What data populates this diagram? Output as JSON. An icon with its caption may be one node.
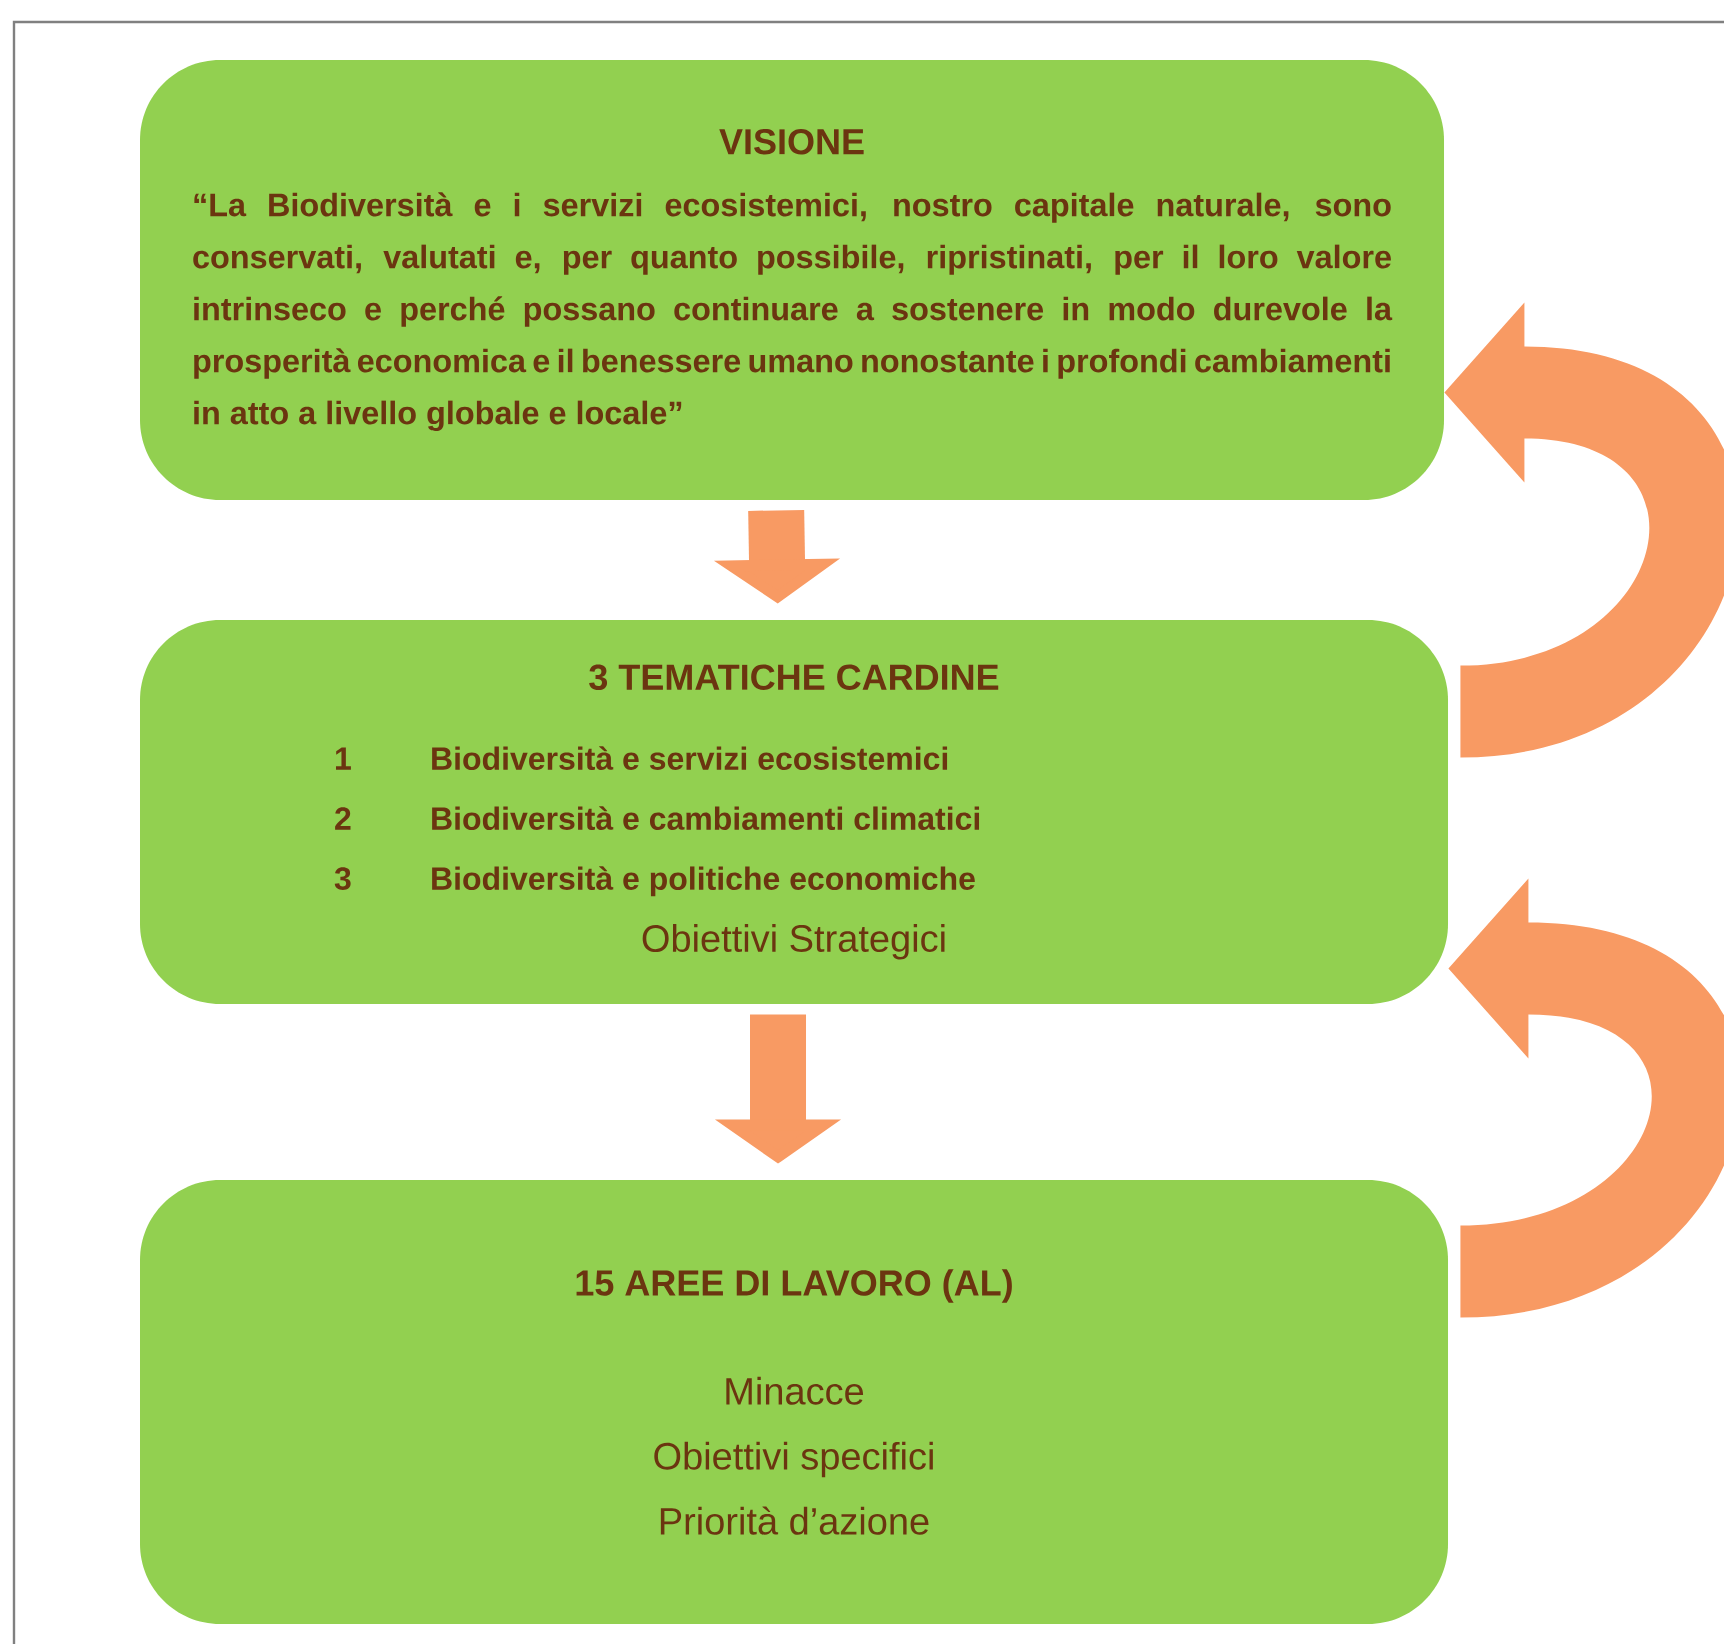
{
  "diagram": {
    "nodes": [
      {
        "text": [
          "VISIONE",
          "“La Biodiversità e i servizi ecosistemici, nostro capitale naturale, sono conservati, valutati e, per quanto possibile, ripristinati, per il loro valore intrinseco e perché possano continuare a sostenere in modo durevole la prosperità economica e il benessere umano nonostante i profondi cambiamenti in atto a livello globale e locale”"
        ]
      },
      {
        "text": [
          "3 TEMATICHE CARDINE",
          "1",
          "Biodiversità e servizi ecosistemici",
          "2",
          "Biodiversità e cambiamenti climatici",
          "3",
          "Biodiversità e politiche economiche",
          "Obiettivi Strategici"
        ]
      },
      {
        "text": [
          "15 AREE DI LAVORO (AL)",
          "Minacce",
          "Obiettivi specifici",
          "Priorità d’azione"
        ]
      }
    ],
    "edges": [
      {
        "from": 0,
        "to": 1,
        "arrow": "to"
      },
      {
        "from": 1,
        "to": 2,
        "arrow": "to"
      },
      {
        "from": 1,
        "to": 0,
        "arrow": "to"
      },
      {
        "from": 2,
        "to": 1,
        "arrow": "to"
      }
    ]
  }
}
